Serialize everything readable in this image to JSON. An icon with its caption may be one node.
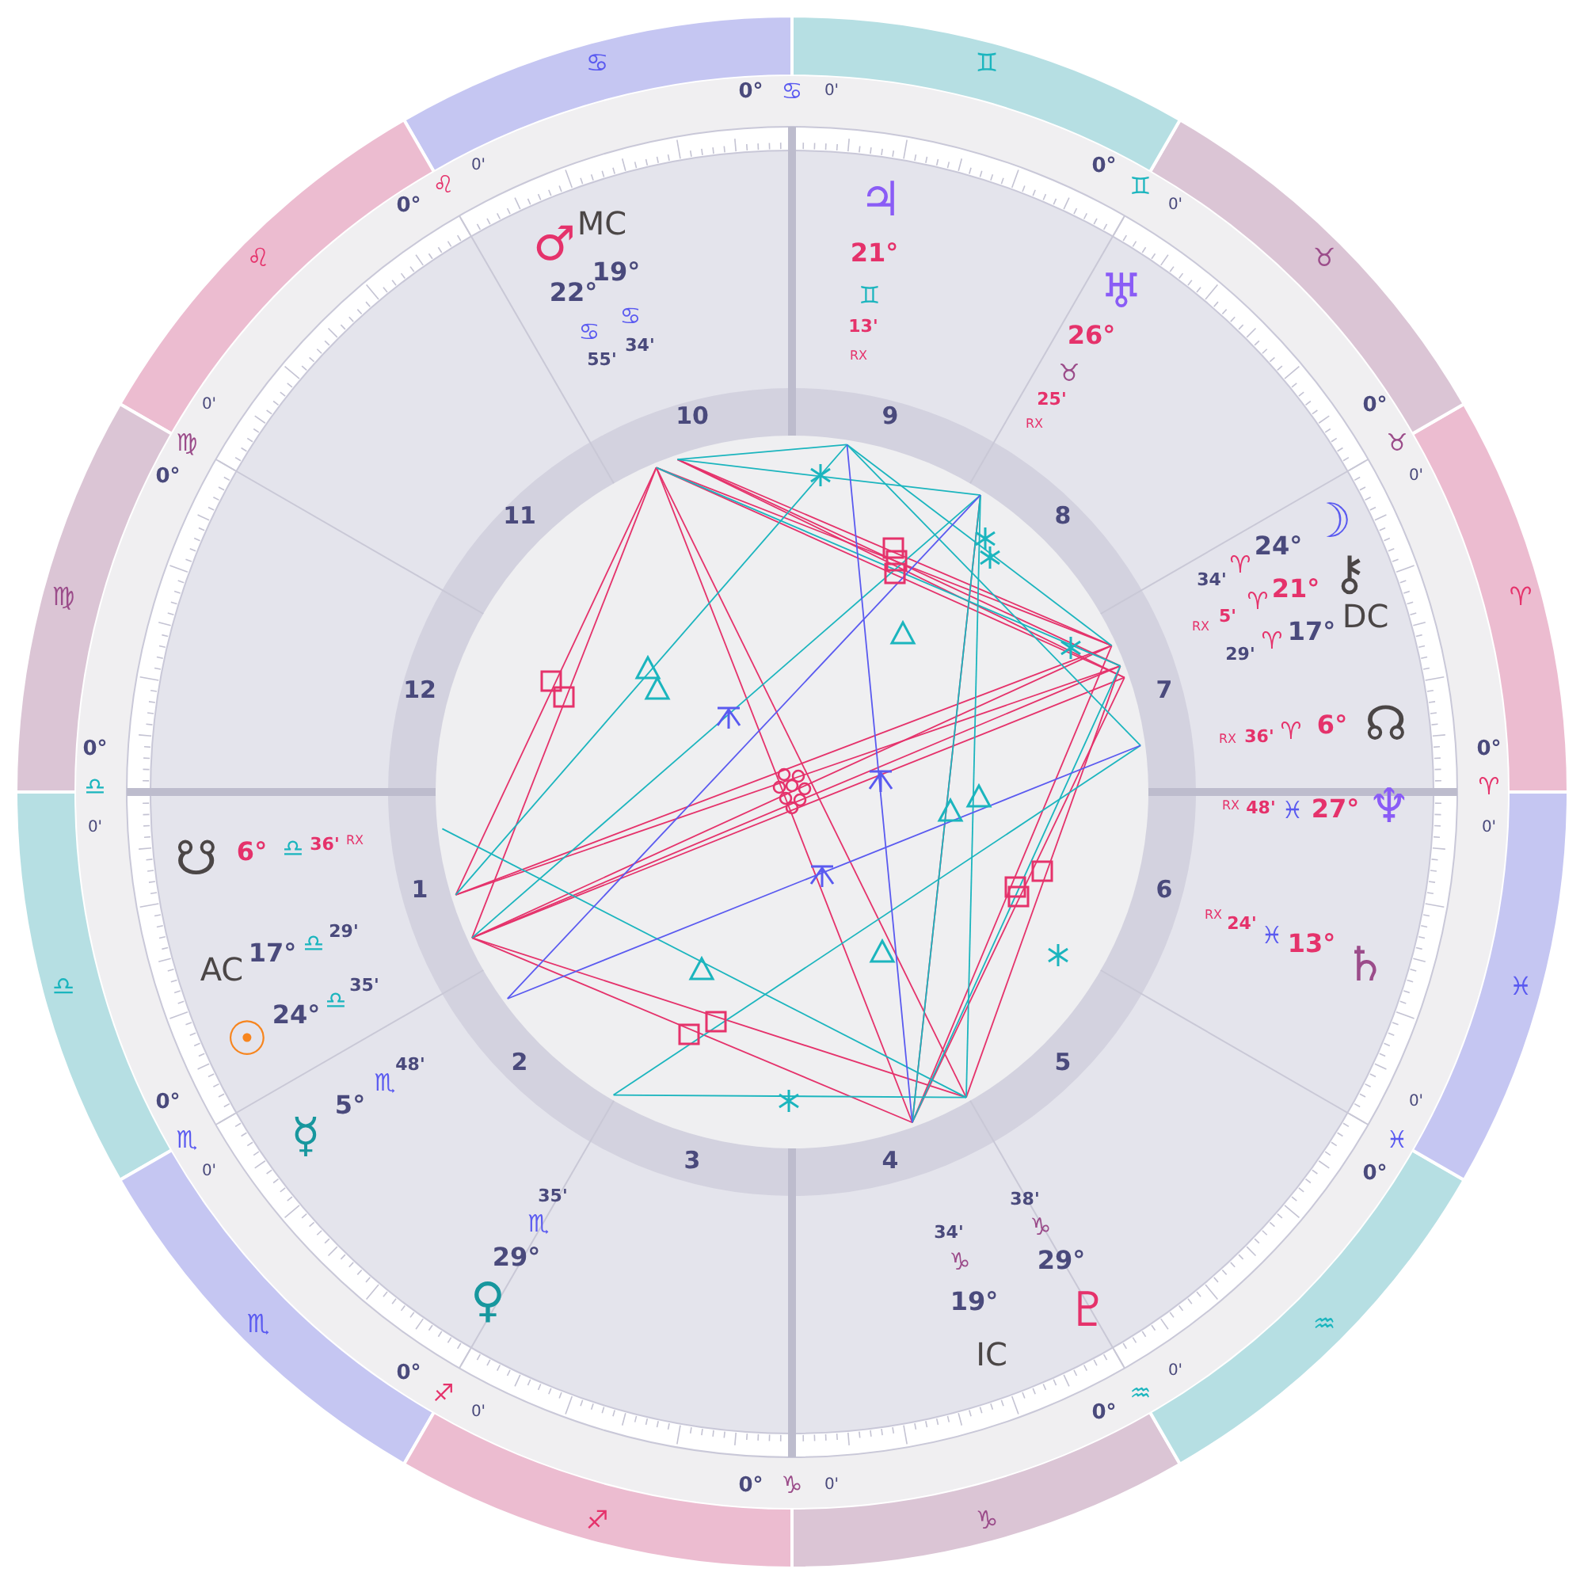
{
  "diagram": {
    "labels": [
      "♋",
      "♊",
      "0°",
      "♋",
      "0'",
      "♌",
      "♉",
      "0°",
      "♌",
      "0'",
      "0°",
      "♊",
      "0'",
      "♂",
      "MC",
      "19°",
      "22°",
      "♋",
      "♋",
      "34'",
      "55'",
      "♃",
      "21°",
      "♊",
      "13'",
      "RX",
      "♅",
      "26°",
      "♉",
      "25'",
      "RX",
      "0'",
      "♍",
      "0°",
      "0°",
      "♉",
      "0'",
      "10",
      "9",
      "11",
      "8",
      "♍",
      "♈",
      "☽",
      "24°",
      "♈",
      "34'",
      "⚷",
      "21°",
      "♈",
      "5'",
      "RX",
      "DC",
      "17°",
      "♈",
      "29'",
      "12",
      "7",
      "RX",
      "36'",
      "♈",
      "6°",
      "☊",
      "0°",
      "♎",
      "0'",
      "0°",
      "♈",
      "0'",
      "RX",
      "48'",
      "♓",
      "27°",
      "♆",
      "☋",
      "6°",
      "♎",
      "36'",
      "RX",
      "1",
      "6",
      "AC",
      "17°",
      "♎",
      "29'",
      "RX",
      "24'",
      "♓",
      "13°",
      "♄",
      "♎",
      "♓",
      "☉",
      "24°",
      "♎",
      "35'",
      "2",
      "5",
      "☿",
      "5°",
      "♏",
      "48'",
      "0°",
      "♏",
      "0'",
      "0'",
      "♓",
      "0°",
      "3",
      "4",
      "♏",
      "♒",
      "♀",
      "29°",
      "♏",
      "35'",
      "♇",
      "29°",
      "♑",
      "38'",
      "IC",
      "19°",
      "♑",
      "34'",
      "0°",
      "♐",
      "0'",
      "0'",
      "♒",
      "0°",
      "0°",
      "♑",
      "0'",
      "♐",
      "♑"
    ]
  }
}
